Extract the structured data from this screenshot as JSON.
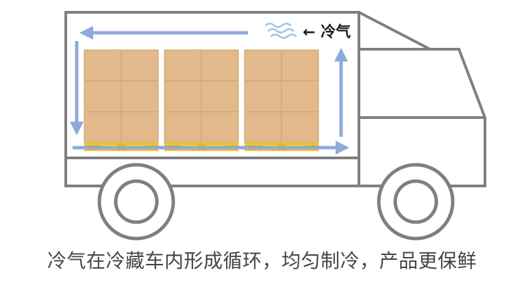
{
  "cold_air_label": "← 冷气",
  "caption": "冷气在冷藏车内形成循环，均匀制冷，产品更保鲜",
  "pallet_brand": "LOSCAM",
  "pallet_count": 3,
  "colors": {
    "truck_outline": "#7f7f7f",
    "airflow_arrow": "#8eaadb",
    "cold_wave": "#9dc3e6",
    "box_fill": "#e2b98b",
    "box_line": "#c89f70",
    "pallet_yellow": "#f5c518",
    "pallet_brand": "#d0021b"
  }
}
